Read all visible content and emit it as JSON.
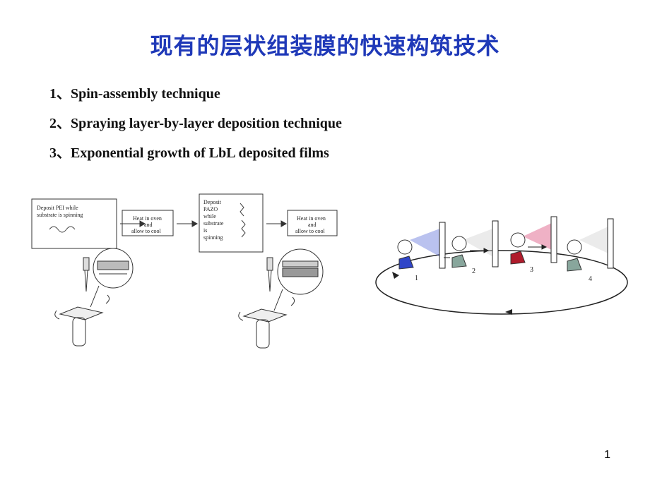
{
  "slide": {
    "title": "现有的层状组装膜的快速构筑技术",
    "items": [
      "1、Spin-assembly technique",
      "2、Spraying layer-by-layer deposition technique",
      "3、Exponential growth of LbL deposited films"
    ],
    "page_number": "1"
  },
  "figure_left": {
    "box1_line1": "Deposit PEI while",
    "box1_line2": "substrate is spinning",
    "box2_line1": "Heat in oven",
    "box2_line2": "and",
    "box2_line3": "allow to cool",
    "box3_lines": [
      "Deposit",
      "PAZO",
      "while",
      "substrate",
      "is",
      "spinning"
    ],
    "box4_line1": "Heat in oven",
    "box4_line2": "and",
    "box4_line3": "allow to cool"
  },
  "figure_right": {
    "step_labels": [
      "1",
      "2",
      "3",
      "4"
    ],
    "colors": {
      "blue_spray": "#3a4fd0",
      "red_spray": "#d0205a",
      "bottle_blue": "#2f45c8",
      "bottle_red": "#b01c2c",
      "bottle_gray": "#88a69c"
    }
  }
}
